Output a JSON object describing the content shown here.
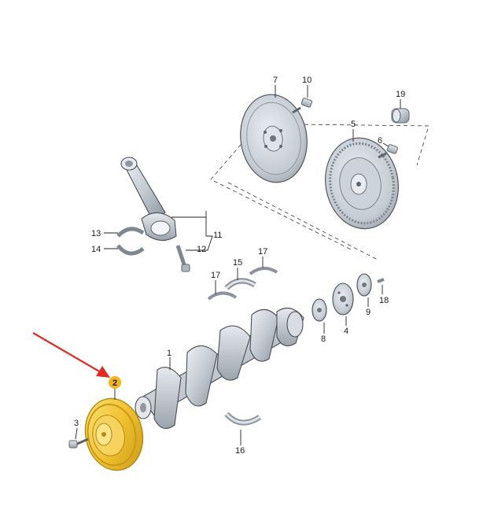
{
  "colors": {
    "highlight_fill": "#f1c232",
    "highlight_stroke": "#c99a14",
    "callout_bubble": "#f5b41a",
    "arrow": "#e32a22",
    "metal_light": "#dfe4ea",
    "metal_mid": "#b9c1ca",
    "metal_dark": "#7f8891",
    "background": "#ffffff"
  },
  "labels": {
    "p1": "1",
    "p2": "2",
    "p3": "3",
    "p4": "4",
    "p5": "5",
    "p6": "6",
    "p7": "7",
    "p8": "8",
    "p9": "9",
    "p10": "10",
    "p11": "11",
    "p12": "12",
    "p13": "13",
    "p14": "14",
    "p15": "15",
    "p16": "16",
    "p17a": "17",
    "p17b": "17",
    "p18": "18",
    "p19": "19"
  },
  "highlighted_part": "2",
  "icons": {
    "pointer": "red-arrow-icon"
  }
}
